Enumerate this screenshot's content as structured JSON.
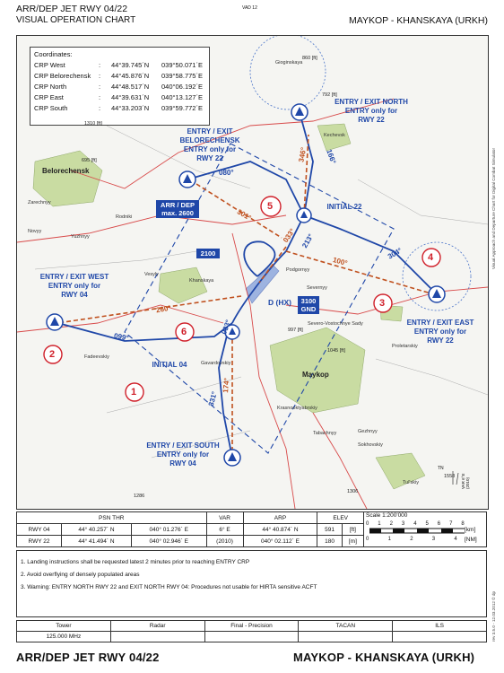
{
  "header": {
    "title_left": "ARR/DEP JET RWY 04/22",
    "subtitle_left": "VISUAL OPERATION CHART",
    "code": "VAD 12",
    "title_right": "MAYKOP - KHANSKAYA (URKH)"
  },
  "coordinates": {
    "heading": "Coordinates:",
    "rows": [
      {
        "name": "CRP West",
        "sep": ":",
        "lat": "44°39.745´N",
        "lon": "039°50.071´E"
      },
      {
        "name": "CRP Belorechensk",
        "sep": ":",
        "lat": "44°45.876´N",
        "lon": "039°58.775´E"
      },
      {
        "name": "CRP North",
        "sep": ":",
        "lat": "44°48.517´N",
        "lon": "040°06.192´E"
      },
      {
        "name": "CRP East",
        "sep": ":",
        "lat": "44°39.631´N",
        "lon": "040°13.127´E"
      },
      {
        "name": "CRP South",
        "sep": ":",
        "lat": "44°33.203´N",
        "lon": "039°59.772´E"
      }
    ]
  },
  "map": {
    "entry_north": [
      "ENTRY / EXIT NORTH",
      "ENTRY only for",
      "RWY 22"
    ],
    "entry_belorechensk": [
      "ENTRY / EXIT",
      "BELORECHENSK",
      "ENTRY only for",
      "RWY 22"
    ],
    "entry_west": [
      "ENTRY / EXIT WEST",
      "ENTRY only for",
      "RWY 04"
    ],
    "entry_east": [
      "ENTRY / EXIT EAST",
      "ENTRY only for",
      "RWY 22"
    ],
    "entry_south": [
      "ENTRY / EXIT SOUTH",
      "ENTRY only for",
      "RWY 04"
    ],
    "initial_22": "INITIAL 22",
    "initial_04": "INITIAL 04",
    "arr_dep": [
      "ARR / DEP",
      "max. 2600"
    ],
    "alt_2100": "2100",
    "dhx": "D (HX)",
    "dhx_alt": [
      "3100",
      "GND"
    ],
    "headings": [
      "080°",
      "346°",
      "166°",
      "301°",
      "033°",
      "213°",
      "100°",
      "304°",
      "260°",
      "099°",
      "033°",
      "174°",
      "331°"
    ],
    "markers": [
      "1",
      "2",
      "3",
      "4",
      "5",
      "6"
    ],
    "elevations": [
      "1310 [ft]",
      "695 [ft]",
      "860 [ft]",
      "792 [ft]",
      "997 [ft]",
      "1045 [ft]",
      "1286",
      "1306",
      "1558"
    ],
    "towns": [
      "Belorechensk",
      "Zarechnyy",
      "Rodniki",
      "Novyy",
      "Yuzhnyy",
      "Gioginskaya",
      "Kechevsk",
      "Vesyly",
      "Khanskaya",
      "Fadeevskiy",
      "Podgornyy",
      "Severnyy",
      "Severo-Vostochnye Sady",
      "Proletarskiy",
      "Maykop",
      "Gavardovskiy",
      "Krasnooktyabrskiy",
      "Tabachnyy",
      "Gezhnyy",
      "Sokhovskiy",
      "Tul'skiy"
    ],
    "north_label": "TN",
    "var_label": "VAR 6°E (2010)"
  },
  "info": {
    "psn_header": "PSN THR",
    "var_header": "VAR",
    "arp_header": "ARP",
    "elev_header": "ELEV",
    "scale_header": "Scale 1:200'000",
    "rows": [
      {
        "rwy": "RWY 04",
        "lat": "44° 40.257´ N",
        "lon": "040° 01.276´ E",
        "var": "6° E",
        "arp": "44° 40.874´ N",
        "elev": "591",
        "unit": "[ft]"
      },
      {
        "rwy": "RWY 22",
        "lat": "44° 41.494´ N",
        "lon": "040° 02.946´ E",
        "var": "(2010)",
        "arp": "040° 02.112´ E",
        "elev": "180",
        "unit": "[m]"
      }
    ],
    "scale_km": [
      "0",
      "1",
      "2",
      "3",
      "4",
      "5",
      "6",
      "7",
      "8"
    ],
    "scale_nm": [
      "0",
      "1",
      "2",
      "3",
      "4"
    ],
    "km_unit": "[km]",
    "nm_unit": "[NM]"
  },
  "notes": [
    "1. Landing instructions shall be requested latest 2 minutes prior to reaching ENTRY CRP",
    "2. Avoid overflying of densely populated areas",
    "3. Warning: ENTRY NORTH RWY 22 and EXIT NORTH RWY 04: Procedures not usable for HIRTA sensitive ACFT"
  ],
  "freq": {
    "headers": [
      "Tower",
      "Radar",
      "Final - Precision",
      "TACAN",
      "ILS"
    ],
    "values": [
      "125.000 MHz",
      "",
      "",
      "",
      ""
    ]
  },
  "footer": {
    "left": "ARR/DEP JET RWY 04/22",
    "right": "MAYKOP - KHANSKAYA (URKH)"
  },
  "side": {
    "right_vertical": "Visual Approach and Departure Chart for Digital Combat Simulator",
    "rev": "rev 3.5.0 - 12.03.2012 © dp"
  },
  "colors": {
    "route": "#1f47a8",
    "heading_route": "#c0501e",
    "marker": "#d0202a",
    "town": "#c7dba0",
    "water": "#9db3e0",
    "road": "#d84a4a"
  }
}
